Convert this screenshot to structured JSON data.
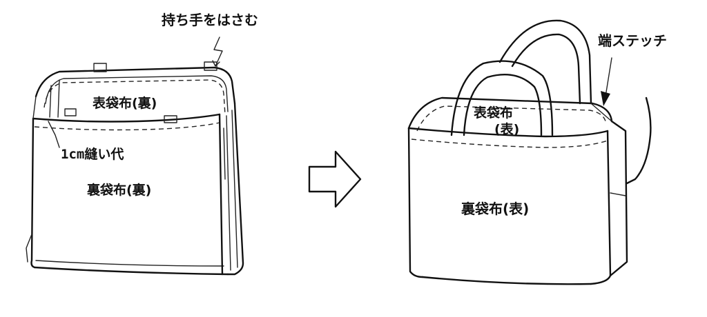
{
  "labels": {
    "hold_handles": "持ち手をはさむ",
    "outer_back_left": "表袋布(裏)",
    "seam_allowance": "1cm縫い代",
    "lining_back_left": "裏袋布(裏)",
    "edge_stitch": "端ステッチ",
    "outer_front_right_line1": "表袋布",
    "outer_front_right_line2": "(表)",
    "lining_front_right": "裏袋布(表)"
  },
  "icons": {
    "arrow": "right-arrow-icon",
    "leader_left": "leader-line-icon",
    "leader_seam": "leader-line-icon",
    "leader_right": "arrow-pointer-icon"
  }
}
